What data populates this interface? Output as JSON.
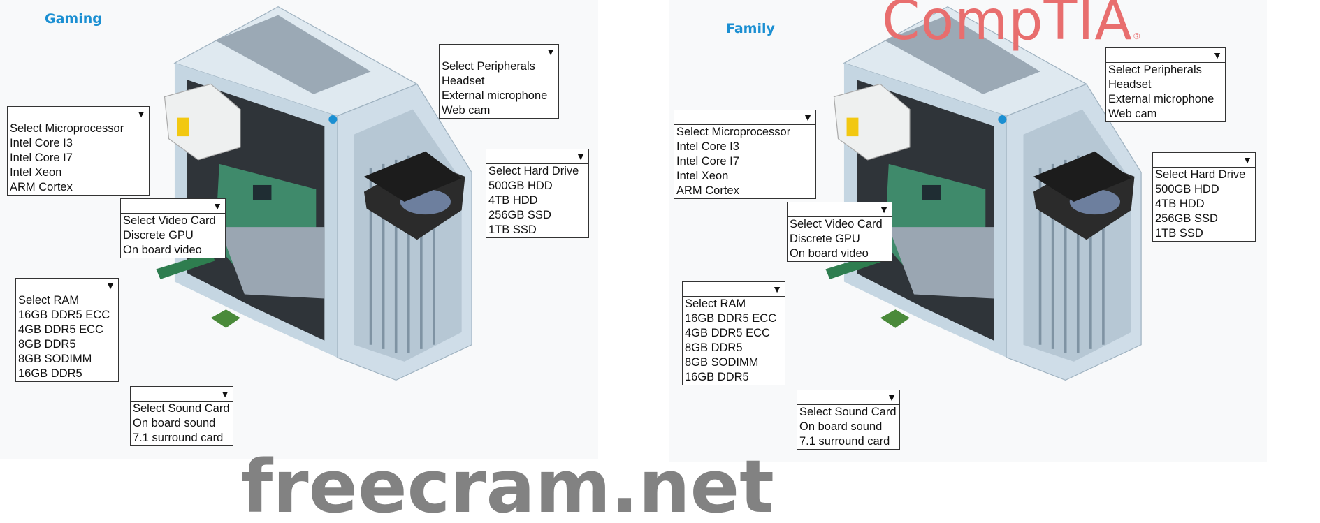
{
  "panels": [
    {
      "title": "Gaming",
      "dropdowns": {
        "peripherals": {
          "options": [
            "Select Peripherals",
            "Headset",
            "External microphone",
            "Web cam"
          ]
        },
        "microprocessor": {
          "options": [
            "Select Microprocessor",
            "Intel Core I3",
            "Intel Core I7",
            "Intel Xeon",
            "ARM Cortex"
          ]
        },
        "video": {
          "options": [
            "Select Video Card",
            "Discrete GPU",
            "On board video"
          ]
        },
        "harddrive": {
          "options": [
            "Select Hard Drive",
            "500GB HDD",
            "4TB HDD",
            "256GB SSD",
            "1TB SSD"
          ]
        },
        "ram": {
          "options": [
            "Select RAM",
            "16GB DDR5 ECC",
            "4GB DDR5 ECC",
            "8GB DDR5",
            "8GB SODIMM",
            "16GB DDR5"
          ]
        },
        "sound": {
          "options": [
            "Select Sound Card",
            "On board sound",
            "7.1 surround card"
          ]
        }
      }
    },
    {
      "title": "Family",
      "dropdowns": {
        "peripherals": {
          "options": [
            "Select Peripherals",
            "Headset",
            "External microphone",
            "Web cam"
          ]
        },
        "microprocessor": {
          "options": [
            "Select Microprocessor",
            "Intel Core I3",
            "Intel Core I7",
            "Intel Xeon",
            "ARM Cortex"
          ]
        },
        "video": {
          "options": [
            "Select Video Card",
            "Discrete GPU",
            "On board video"
          ]
        },
        "harddrive": {
          "options": [
            "Select Hard Drive",
            "500GB HDD",
            "4TB HDD",
            "256GB SSD",
            "1TB SSD"
          ]
        },
        "ram": {
          "options": [
            "Select RAM",
            "16GB DDR5 ECC",
            "4GB DDR5 ECC",
            "8GB DDR5",
            "8GB SODIMM",
            "16GB DDR5"
          ]
        },
        "sound": {
          "options": [
            "Select Sound Card",
            "On board sound",
            "7.1 surround card"
          ]
        }
      }
    }
  ],
  "dropdown_arrow": "▼",
  "watermark": "freecram.net",
  "logo": {
    "text": "CompTIA",
    "mark": "®"
  },
  "colors": {
    "title": "#1b8fd2",
    "logo": "#e86e6e"
  }
}
